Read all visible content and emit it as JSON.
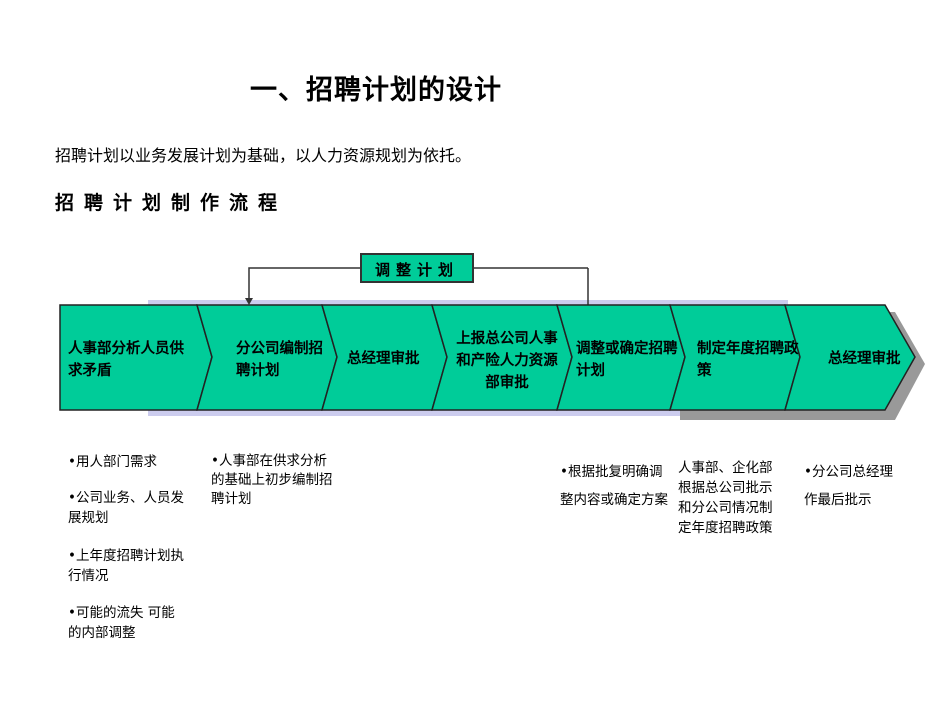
{
  "title": "一、招聘计划的设计",
  "intro": "招聘计划以业务发展计划为基础，以人力资源规划为依托。",
  "flow_title": "招聘计划制作流程",
  "feedback_box": "调整计划",
  "colors": {
    "step_fill": "#00cc99",
    "shadow": "#9999aa",
    "outline": "#222222"
  },
  "steps": [
    {
      "label": "人事部分析人员供求矛盾"
    },
    {
      "label": "分公司编制招聘计划"
    },
    {
      "label": "总经理审批"
    },
    {
      "label": "上报总公司人事和产险人力资源部审批"
    },
    {
      "label": "调整或确定招聘计划"
    },
    {
      "label": "制定年度招聘政策"
    },
    {
      "label": "总经理审批"
    }
  ],
  "notes": {
    "col1": [
      "•用人部门需求",
      "•公司业务、人员发展规划",
      "•上年度招聘计划执行情况",
      "•可能的流失 可能的内部调整"
    ],
    "col2": [
      "•人事部在供求分析的基础上初步编制招聘计划"
    ],
    "col5": [
      "•根据批复明确调整内容或确定方案"
    ],
    "col6": [
      "人事部、企化部根据总公司批示和分公司情况制定年度招聘政策"
    ],
    "col7": [
      "•分公司总经理作最后批示"
    ]
  }
}
